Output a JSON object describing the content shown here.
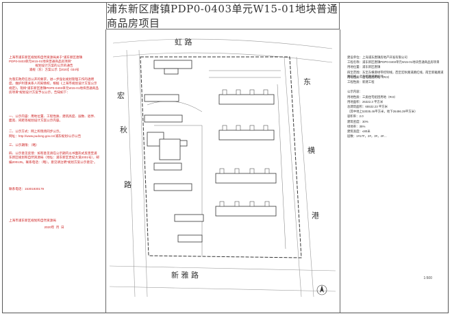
{
  "title": "浦东新区唐镇PDP0-0403单元W15-01地块普通商品房项目",
  "left_notice": {
    "heading_lines": [
      "上海市浦东新区规划和自然资源局关于“浦东新区唐镇",
      "PDP0-0403单元W15-01地块普通商品房项目”",
      "规划设计方案的公示的通告",
      "浦规（东）方案公示【2020】034号"
    ],
    "body_1": "为落实政府信息公开的要求，进一步强化规划管理工作的透明度，维护利害关系人的知情权，根据《上海市规划设计方案公示规定》，现将“浦东新区唐镇PDP0-0403单元W15-01地块普通商品房项目”规划设计方案予以公示，告知如下：",
    "body_2": "一、公示内容：用地位置、工程性质、建筑高度、层数、退界、面宽、间距等规划设计方案公示内容。",
    "body_3": "二、公示方式：网上和现场同步公示。",
    "body_4": "网址：http://www.pudong.gov.cn/浦东规划/公示公告",
    "body_5": "三、公示期限：（略）",
    "body_6": "四、公示意见反馈：如有意见请在公示期内以书面形式反馈至浦东新区规划和自然资源局（地址：浦东新区世纪大道2001号），邮编200135。联系电话：（略）。意见请注明“规划方案公示意见”。",
    "contact": "联系电话：15301930179",
    "footer_org": "上海市浦东新区规划和自然资源局",
    "footer_date": "2020年  月  日"
  },
  "right_info": {
    "lines": [
      "建设单位：上海浦东唐镇房地产开发有限公司",
      "工程名称：浦东新区唐镇PDP0-0403单元W15-01地块普通商品房项目",
      "用地位置：浦东新区唐镇",
      "四至范围：东至东横港绿带控制线，西至宏秋路道路红线，南至新雅路道路红线，北至虹路道路红线",
      "用地性质：住宅组团用地（Rr3）",
      "工程性质：新建工程",
      "",
      "公示内容：",
      "用地性质：三类住宅组团用地（Rr3）",
      "用地面积：26322.3 平方米",
      "总建筑面积：65532.23 平方米",
      "（其中地上53035.46平方米，地下26496.39平方米）",
      "容积率：2.0",
      "建筑密度：30%",
      "绿地率：35%",
      "建筑高度：≤80米",
      "层数：1#17F，2#，3#，4#…"
    ],
    "scale": "1:500"
  },
  "roads": {
    "north": "虹   路",
    "east_1": "东",
    "east_2": "横",
    "east_3": "港",
    "west_1": "宏",
    "west_2": "秋",
    "west_3": "路",
    "south": "新   雅   路"
  }
}
